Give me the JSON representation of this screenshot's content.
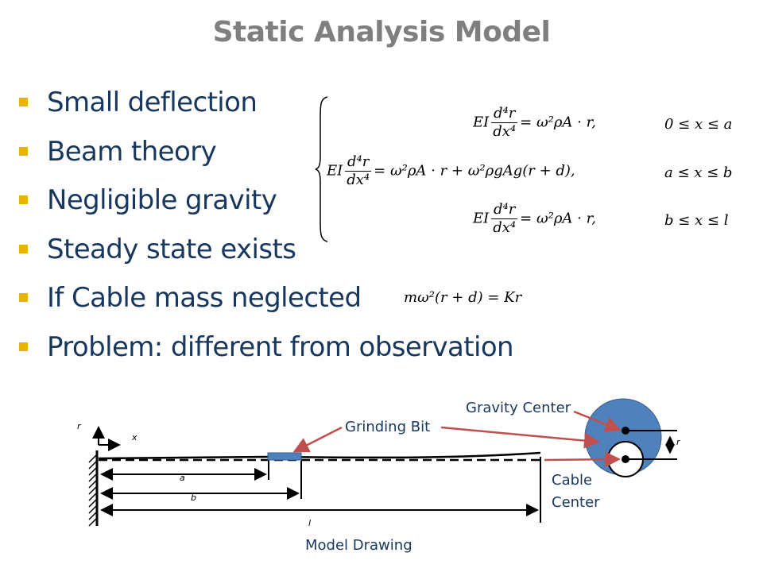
{
  "slide": {
    "title": "Static Analysis Model",
    "bullets": [
      "Small deflection",
      "Beam theory",
      "Negligible gravity",
      "Steady state exists",
      "If Cable mass neglected",
      "Problem: different from observation"
    ]
  },
  "equations": {
    "system": [
      {
        "lhs": "EI",
        "num": "d⁴r",
        "den": "dx⁴",
        "rhs": "= ω²ρA · r,",
        "range": "0 ≤ x ≤ a"
      },
      {
        "lhs": "EI",
        "num": "d⁴r",
        "den": "dx⁴",
        "rhs": "= ω²ρA · r + ω²ρgAg(r + d),",
        "range": "a ≤ x ≤ b"
      },
      {
        "lhs": "EI",
        "num": "d⁴r",
        "den": "dx⁴",
        "rhs": "= ω²ρA · r,",
        "range": "b ≤ x ≤ l"
      }
    ],
    "cable": "mω²(r + d) = Kr"
  },
  "drawing": {
    "caption": "Model Drawing",
    "labels": {
      "gravity_center": "Gravity Center",
      "grinding_bit": "Grinding Bit",
      "cable_center_1": "Cable",
      "cable_center_2": "Center"
    },
    "symbols": {
      "r_axis": "r",
      "x_axis": "x",
      "a": "a",
      "b": "b",
      "l": "l",
      "r_offset": "r"
    },
    "colors": {
      "arrow": "#c0504d",
      "disk": "#4f81bd",
      "bit": "#4f81bd",
      "text": "#17375e"
    }
  }
}
